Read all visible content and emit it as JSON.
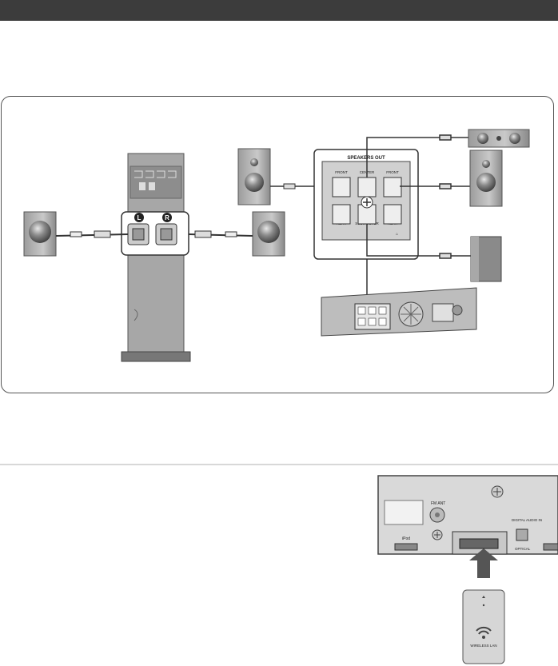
{
  "diagram": {
    "speaker_panel_title": "SPEAKERS OUT",
    "terminals": [
      "FRONT",
      "CENTER",
      "FRONT",
      "REAR",
      "SUBWOOFER",
      "REAR"
    ],
    "left_badge": "L",
    "right_badge": "R"
  },
  "back_panel": {
    "fm_ant": "FM ANT",
    "ipod": "iPod",
    "digital_audio_in": "DIGITAL AUDIO IN",
    "optical": "OPTICAL",
    "dongle_label": "WIRELESS LAN"
  },
  "colors": {
    "title_bar": "#3c3c3c",
    "frame": "#555555",
    "device_gray": "#b8b8b8",
    "device_dark": "#6e6e6e"
  }
}
